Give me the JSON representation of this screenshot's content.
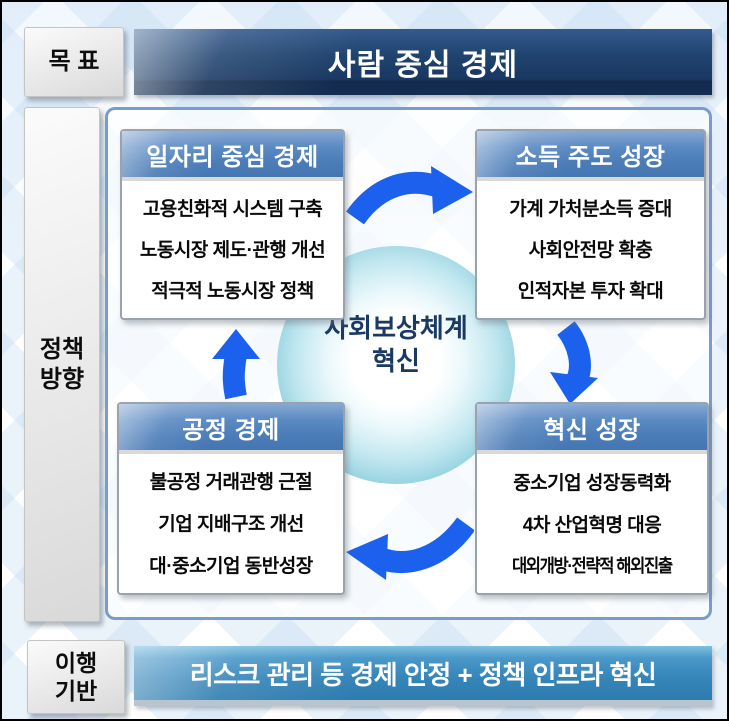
{
  "goal": {
    "label": "목 표",
    "title": "사람 중심 경제"
  },
  "policy_direction": {
    "line1": "정책",
    "line2": "방향"
  },
  "center": {
    "line1": "사회보상체계",
    "line2": "혁신"
  },
  "quadrants": {
    "top_left": {
      "title": "일자리 중심 경제",
      "items": [
        "고용친화적 시스템 구축",
        "노동시장 제도·관행 개선",
        "적극적 노동시장 정책"
      ]
    },
    "top_right": {
      "title": "소득 주도 성장",
      "items": [
        "가계 가처분소득 증대",
        "사회안전망 확충",
        "인적자본 투자 확대"
      ]
    },
    "bottom_left": {
      "title": "공정 경제",
      "items": [
        "불공정 거래관행 근절",
        "기업 지배구조 개선",
        "대·중소기업 동반성장"
      ]
    },
    "bottom_right": {
      "title": "혁신 성장",
      "items": [
        "중소기업 성장동력화",
        "4차 산업혁명 대응",
        "대외개방·전략적 해외진출"
      ]
    }
  },
  "foundation": {
    "line1": "이행",
    "line2": "기반",
    "bar": "리스크 관리 등 경제 안정 + 정책 인프라 혁신"
  },
  "colors": {
    "title_bar_navy": "#1d3c66",
    "quadrant_header_blue": "#4f81bd",
    "impl_bar_blue": "#3585b9",
    "arrow_blue": "#1c60ee",
    "circle_rim_teal": "#4197b2",
    "center_text_navy": "#1b3a63"
  }
}
